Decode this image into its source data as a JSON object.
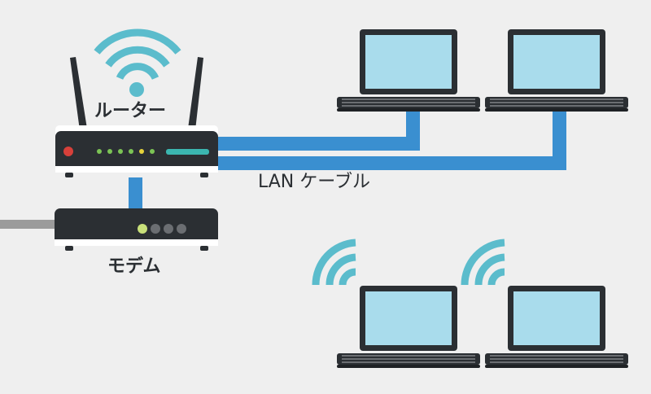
{
  "labels": {
    "router": "ルーター",
    "cable": "LAN ケーブル",
    "modem": "モデム"
  },
  "icons": {
    "router_wifi": "wifi-signal-icon",
    "laptop_wifi": "wifi-arc-icon",
    "laptop": "laptop-icon",
    "router": "router-icon",
    "modem": "modem-icon"
  },
  "colors": {
    "background": "#efefef",
    "cable": "#3a8fd0",
    "wifi": "#5bbccc",
    "device_body": "#2b2f33",
    "screen": "#a9dcec",
    "router_power_led": "#d7403a",
    "led_green": "#7cc455",
    "led_yellow": "#e5d23b",
    "router_bar": "#3bb6b0",
    "modem_led_on": "#c8e07a",
    "modem_led_off": "#6b6e72",
    "wan_cable": "#9b9b9b"
  }
}
